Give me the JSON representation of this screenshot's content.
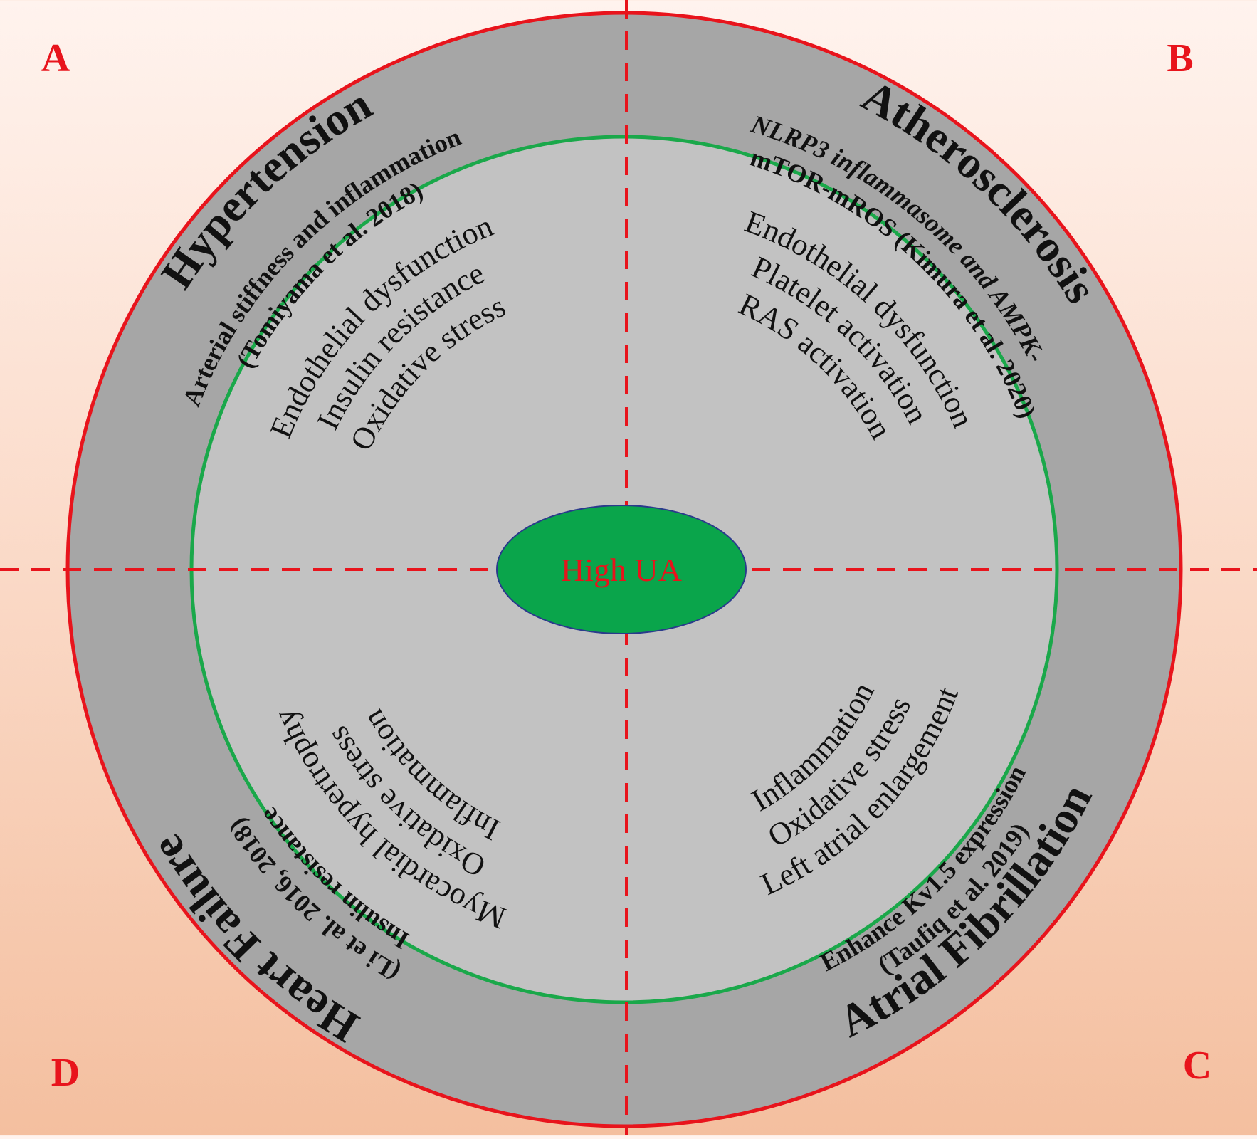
{
  "colors": {
    "outer_ring": "#a6a6a6",
    "inner_disc": "#c2c2c2",
    "outer_border": "#e8141c",
    "inner_border": "#1aa84a",
    "divider": "#e8141c",
    "center_fill": "#0aa54b",
    "center_text": "#e8141c",
    "corner_letter": "#e8141c"
  },
  "center": {
    "label": "High UA"
  },
  "quadrants": {
    "A": {
      "letter": "A",
      "disease": "Hypertension",
      "mechanism": [
        "Arterial stiffness and inflammation",
        "(Tomiyama et al. 2018)"
      ],
      "effects": [
        "Endothelial dysfunction",
        "Insulin resistance",
        "Oxidative stress"
      ]
    },
    "B": {
      "letter": "B",
      "disease": "Atherosclerosis",
      "mechanism": [
        "NLRP3 inflammasome and AMPK-",
        "mTOR-mROS (Kimura et al. 2020)"
      ],
      "effects": [
        "Endothelial dysfunction",
        "Platelet activation",
        "RAS activation"
      ]
    },
    "C": {
      "letter": "C",
      "disease": "Atrial Fibrillation",
      "mechanism": [
        "Enhance Kv1.5 expression",
        "(Taufiq et al. 2019)"
      ],
      "effects": [
        "Inflammation",
        "Oxidative stress",
        "Left atrial enlargement"
      ]
    },
    "D": {
      "letter": "D",
      "disease": "Heart Failure",
      "mechanism": [
        "Insulin resistance",
        "(Li et al. 2016, 2018)"
      ],
      "effects": [
        "Inflammation",
        "Oxidative stress",
        "Myocardial hypertrophy"
      ]
    }
  }
}
